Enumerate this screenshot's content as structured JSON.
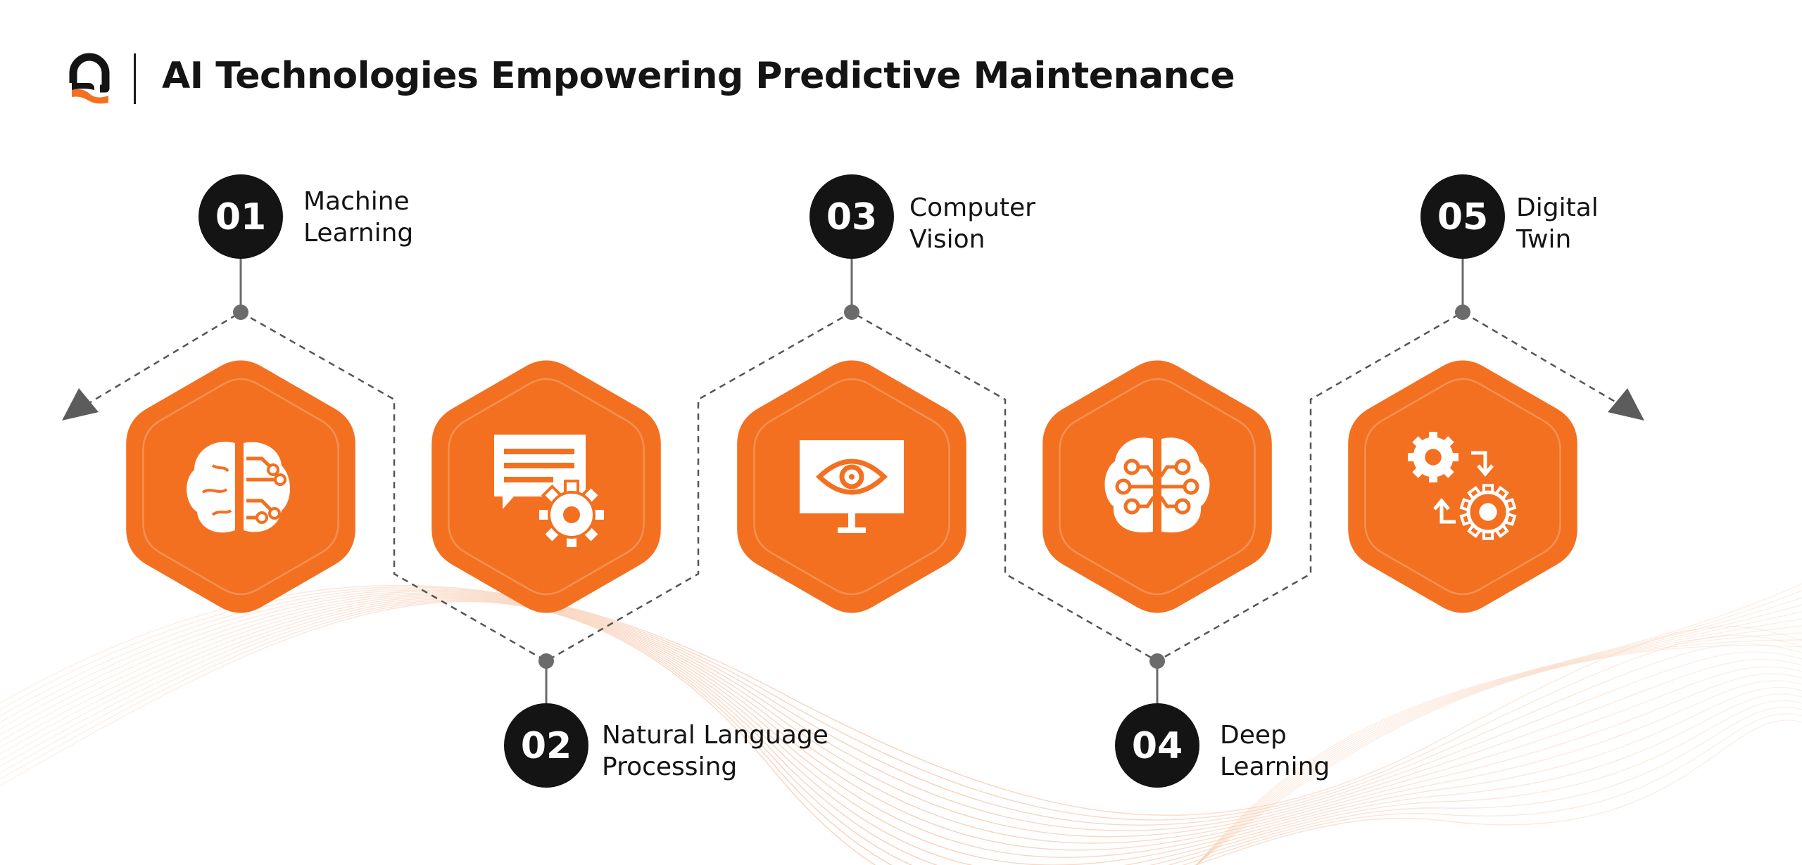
{
  "header": {
    "title": "AI Technologies Empowering Predictive Maintenance",
    "logo": "company-logo"
  },
  "steps": [
    {
      "number": "01",
      "line1": "Machine",
      "line2": "Learning",
      "icon": "brain-circuit-icon"
    },
    {
      "number": "02",
      "line1": "Natural Language",
      "line2": "Processing",
      "icon": "chat-gear-icon"
    },
    {
      "number": "03",
      "line1": "Computer",
      "line2": "Vision",
      "icon": "monitor-eye-icon"
    },
    {
      "number": "04",
      "line1": "Deep",
      "line2": "Learning",
      "icon": "brain-network-icon"
    },
    {
      "number": "05",
      "line1": "Digital",
      "line2": "Twin",
      "icon": "gears-sync-icon"
    }
  ],
  "colors": {
    "accent": "#F37021",
    "dark": "#141414",
    "connector": "#6b6b6b"
  }
}
